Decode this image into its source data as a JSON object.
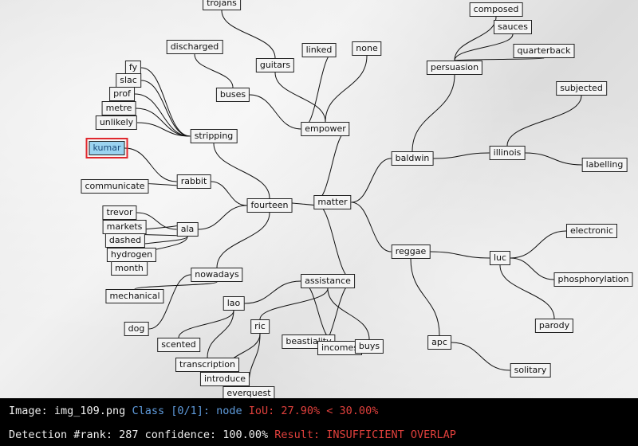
{
  "diagram": {
    "nodes": [
      {
        "id": "trojans",
        "label": "trojans"
      },
      {
        "id": "composed",
        "label": "composed"
      },
      {
        "id": "sauces",
        "label": "sauces"
      },
      {
        "id": "quarterback",
        "label": "quarterback"
      },
      {
        "id": "discharged",
        "label": "discharged"
      },
      {
        "id": "guitars",
        "label": "guitars"
      },
      {
        "id": "linked",
        "label": "linked"
      },
      {
        "id": "none",
        "label": "none"
      },
      {
        "id": "persuasion",
        "label": "persuasion"
      },
      {
        "id": "fy",
        "label": "fy"
      },
      {
        "id": "slac",
        "label": "slac"
      },
      {
        "id": "prof",
        "label": "prof"
      },
      {
        "id": "metre",
        "label": "metre"
      },
      {
        "id": "unlikely",
        "label": "unlikely"
      },
      {
        "id": "buses",
        "label": "buses"
      },
      {
        "id": "subjected",
        "label": "subjected"
      },
      {
        "id": "empower",
        "label": "empower"
      },
      {
        "id": "stripping",
        "label": "stripping"
      },
      {
        "id": "kumar",
        "label": "kumar",
        "highlighted": true
      },
      {
        "id": "baldwin",
        "label": "baldwin"
      },
      {
        "id": "illinois",
        "label": "illinois"
      },
      {
        "id": "labelling",
        "label": "labelling"
      },
      {
        "id": "communicate",
        "label": "communicate"
      },
      {
        "id": "rabbit",
        "label": "rabbit"
      },
      {
        "id": "matter",
        "label": "matter"
      },
      {
        "id": "fourteen",
        "label": "fourteen"
      },
      {
        "id": "trevor",
        "label": "trevor"
      },
      {
        "id": "markets",
        "label": "markets"
      },
      {
        "id": "ala",
        "label": "ala"
      },
      {
        "id": "dashed",
        "label": "dashed"
      },
      {
        "id": "hydrogen",
        "label": "hydrogen"
      },
      {
        "id": "month",
        "label": "month"
      },
      {
        "id": "electronic",
        "label": "electronic"
      },
      {
        "id": "reggae",
        "label": "reggae"
      },
      {
        "id": "luc",
        "label": "luc"
      },
      {
        "id": "nowadays",
        "label": "nowadays"
      },
      {
        "id": "assistance",
        "label": "assistance"
      },
      {
        "id": "phosphorylation",
        "label": "phosphorylation"
      },
      {
        "id": "mechanical",
        "label": "mechanical"
      },
      {
        "id": "lao",
        "label": "lao"
      },
      {
        "id": "parody",
        "label": "parody"
      },
      {
        "id": "dog",
        "label": "dog"
      },
      {
        "id": "ric",
        "label": "ric"
      },
      {
        "id": "beastiality",
        "label": "beastiality"
      },
      {
        "id": "incomes",
        "label": "incomes"
      },
      {
        "id": "buys",
        "label": "buys"
      },
      {
        "id": "apc",
        "label": "apc"
      },
      {
        "id": "scented",
        "label": "scented"
      },
      {
        "id": "transcription",
        "label": "transcription"
      },
      {
        "id": "solitary",
        "label": "solitary"
      },
      {
        "id": "introduce",
        "label": "introduce"
      },
      {
        "id": "everquest",
        "label": "everquest"
      }
    ],
    "edges": [
      [
        "matter",
        "empower"
      ],
      [
        "matter",
        "fourteen"
      ],
      [
        "matter",
        "baldwin"
      ],
      [
        "matter",
        "reggae"
      ],
      [
        "matter",
        "assistance"
      ],
      [
        "empower",
        "guitars"
      ],
      [
        "empower",
        "linked"
      ],
      [
        "empower",
        "none"
      ],
      [
        "empower",
        "buses"
      ],
      [
        "buses",
        "discharged"
      ],
      [
        "guitars",
        "trojans"
      ],
      [
        "baldwin",
        "persuasion"
      ],
      [
        "baldwin",
        "illinois"
      ],
      [
        "persuasion",
        "composed"
      ],
      [
        "persuasion",
        "sauces"
      ],
      [
        "persuasion",
        "quarterback"
      ],
      [
        "illinois",
        "subjected"
      ],
      [
        "illinois",
        "labelling"
      ],
      [
        "reggae",
        "luc"
      ],
      [
        "reggae",
        "apc"
      ],
      [
        "luc",
        "electronic"
      ],
      [
        "luc",
        "phosphorylation"
      ],
      [
        "luc",
        "parody"
      ],
      [
        "apc",
        "solitary"
      ],
      [
        "fourteen",
        "stripping"
      ],
      [
        "fourteen",
        "rabbit"
      ],
      [
        "fourteen",
        "ala"
      ],
      [
        "fourteen",
        "nowadays"
      ],
      [
        "stripping",
        "fy"
      ],
      [
        "stripping",
        "slac"
      ],
      [
        "stripping",
        "prof"
      ],
      [
        "stripping",
        "metre"
      ],
      [
        "stripping",
        "unlikely"
      ],
      [
        "rabbit",
        "kumar"
      ],
      [
        "rabbit",
        "communicate"
      ],
      [
        "ala",
        "trevor"
      ],
      [
        "ala",
        "markets"
      ],
      [
        "ala",
        "dashed"
      ],
      [
        "ala",
        "hydrogen"
      ],
      [
        "ala",
        "month"
      ],
      [
        "nowadays",
        "mechanical"
      ],
      [
        "nowadays",
        "dog"
      ],
      [
        "assistance",
        "lao"
      ],
      [
        "assistance",
        "ric"
      ],
      [
        "assistance",
        "beastiality"
      ],
      [
        "assistance",
        "incomes"
      ],
      [
        "assistance",
        "buys"
      ],
      [
        "lao",
        "scented"
      ],
      [
        "lao",
        "transcription"
      ],
      [
        "ric",
        "introduce"
      ],
      [
        "ric",
        "everquest"
      ]
    ]
  },
  "status": {
    "image_label": "Image: img_109.png",
    "class_label": "Class [0/1]: node",
    "iou_label": "IoU: 27.90% < 30.00%",
    "detection_label": "Detection #rank: 287 confidence: 100.00%",
    "result_label": "Result: INSUFFICIENT OVERLAP"
  },
  "colors": {
    "highlight_outline": "#e0282e",
    "highlight_fill": "#9bd3f0",
    "status_blue": "#5f9bdc",
    "status_red": "#e0403c"
  }
}
